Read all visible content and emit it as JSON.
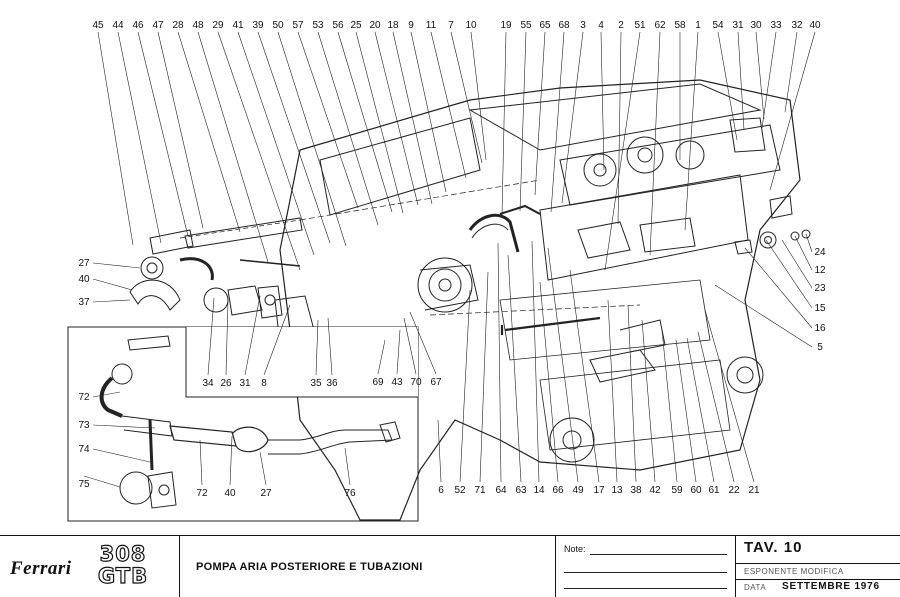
{
  "drawing": {
    "callouts": [
      "45",
      "44",
      "46",
      "47",
      "28",
      "48",
      "29",
      "41",
      "39",
      "50",
      "57",
      "53",
      "56",
      "25",
      "20",
      "18",
      "9",
      "11",
      "7",
      "10",
      "19",
      "55",
      "65",
      "68",
      "3",
      "4",
      "2",
      "51",
      "62",
      "58",
      "1",
      "54",
      "31",
      "30",
      "33",
      "32",
      "40",
      "27",
      "40",
      "37",
      "24",
      "12",
      "23",
      "15",
      "16",
      "5",
      "34",
      "26",
      "31",
      "8",
      "35",
      "36",
      "69",
      "43",
      "70",
      "67",
      "6",
      "52",
      "71",
      "64",
      "63",
      "14",
      "66",
      "49",
      "17",
      "13",
      "38",
      "42",
      "59",
      "60",
      "61",
      "22",
      "21",
      "72",
      "73",
      "74",
      "75",
      "72",
      "40",
      "27",
      "76"
    ]
  },
  "titleblock": {
    "brand": "Ferrari",
    "model_top": "308",
    "model_bottom": "GTB",
    "description": "POMPA ARIA POSTERIORE E TUBAZIONI",
    "notes_label": "Note:",
    "table_label": "TAV.  10",
    "esponente_label": "ESPONENTE  MODIFICA",
    "data_label": "DATA",
    "data_value": "SETTEMBRE 1976"
  }
}
